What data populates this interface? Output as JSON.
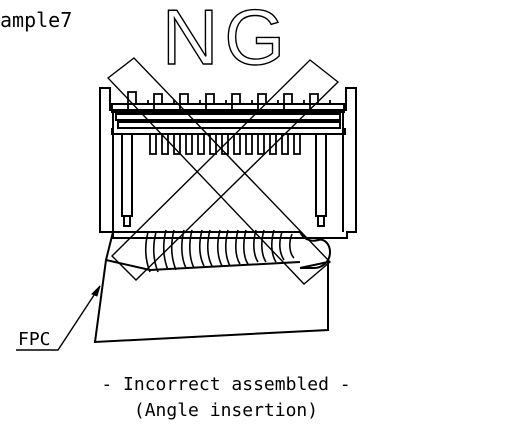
{
  "labels": {
    "sample": "ample7",
    "verdict": "NG",
    "fpc": "FPC",
    "caption_main": "- Incorrect assembled -",
    "caption_sub": "(Angle insertion)"
  },
  "colors": {
    "ink": "#000000",
    "background": "#ffffff"
  }
}
